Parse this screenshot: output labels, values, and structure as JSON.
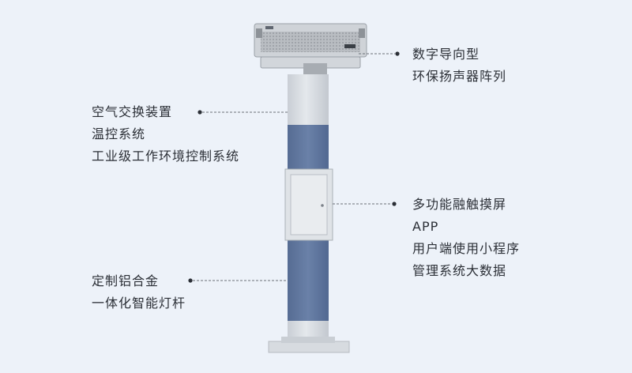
{
  "callouts": {
    "speaker": {
      "lines": [
        "数字导向型",
        "环保扬声器阵列"
      ]
    },
    "air": {
      "lines": [
        "空气交换装置",
        "温控系统",
        "工业级工作环境控制系统"
      ]
    },
    "screen": {
      "lines": [
        "多功能融触摸屏",
        "APP",
        "用户端使用小程序",
        "管理系统大数据"
      ]
    },
    "pole": {
      "lines": [
        "定制铝合金",
        "一体化智能灯杆"
      ]
    }
  },
  "colors": {
    "background": "#edf2f9",
    "pole_light": "#d8dde3",
    "pole_blue": "#5f769e",
    "connector": "#2b2f36"
  }
}
